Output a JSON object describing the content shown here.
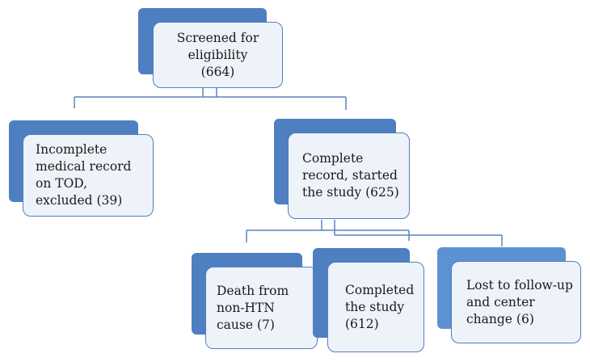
{
  "diagram": {
    "colors": {
      "back_dark": "#4e7fc0",
      "back_light": "#5b92d2",
      "front_fill": "#eef2f9",
      "front_border": "#4f7fbf",
      "connector": "#5a84bf"
    },
    "nodes": {
      "screened": {
        "text": "Screened for eligibility (664)"
      },
      "excluded": {
        "text": "Incomplete medical record on TOD, excluded (39)"
      },
      "started": {
        "text": "Complete record, started the study (625)"
      },
      "death": {
        "text": "Death from non-HTN cause (7)"
      },
      "completed": {
        "text": "Completed the study (612)"
      },
      "lost": {
        "text": "Lost to follow-up and center change (6)"
      }
    }
  }
}
